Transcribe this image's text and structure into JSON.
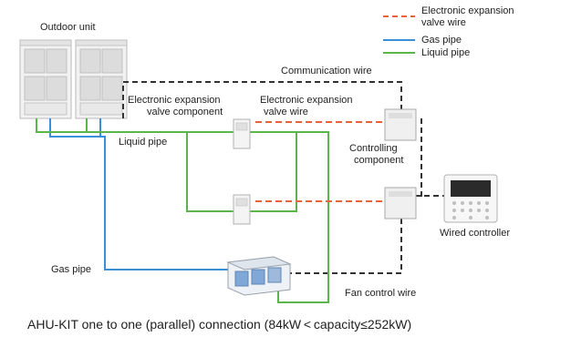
{
  "labels": {
    "outdoor_unit": "Outdoor unit",
    "communication_wire": "Communication wire",
    "eev_component_line1": "Electronic expansion",
    "eev_component_line2": "valve component",
    "eev_wire_line1": "Electronic expansion",
    "eev_wire_line2": "valve wire",
    "liquid_pipe": "Liquid pipe",
    "controlling_line1": "Controlling",
    "controlling_line2": "component",
    "wired_controller": "Wired controller",
    "gas_pipe": "Gas pipe",
    "fan_control_wire": "Fan control wire"
  },
  "legend": {
    "items": [
      {
        "line1": "Electronic expansion",
        "line2": "valve wire",
        "color": "#e8623a",
        "style": "dashed"
      },
      {
        "line1": "Gas pipe",
        "line2": "",
        "color": "#3b8fd6",
        "style": "solid"
      },
      {
        "line1": "Liquid pipe",
        "line2": "",
        "color": "#5ab54a",
        "style": "solid"
      }
    ]
  },
  "caption": "AHU-KIT one to one (parallel) connection (84kW < capacity≤252kW)",
  "colors": {
    "eev_wire": "#e8623a",
    "gas_pipe": "#3b8fd6",
    "liquid_pipe": "#5ab54a",
    "communication_wire": "#333333"
  }
}
